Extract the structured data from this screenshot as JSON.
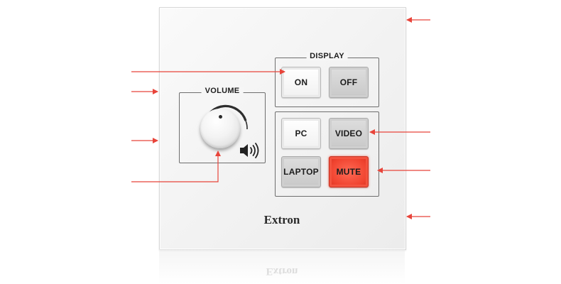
{
  "panel": {
    "brand": "Extron",
    "volume": {
      "label": "VOLUME"
    },
    "display": {
      "label": "DISPLAY",
      "buttons": [
        {
          "label": "ON",
          "style": "white"
        },
        {
          "label": "OFF",
          "style": "gray"
        }
      ]
    },
    "inputs": {
      "buttons": [
        {
          "label": "PC",
          "style": "white"
        },
        {
          "label": "VIDEO",
          "style": "gray"
        },
        {
          "label": "LAPTOP",
          "style": "gray"
        },
        {
          "label": "MUTE",
          "style": "red",
          "lit": true
        }
      ]
    }
  },
  "colors": {
    "callout": "#e8443a",
    "mute_lit": "#f0432f",
    "plate": "#f4f4f4",
    "text": "#1c1c1c"
  },
  "icons": {
    "speaker": "speaker-volume-icon",
    "knob_indicator": "dot-indicator-icon",
    "arrow": "arrowhead-icon"
  }
}
